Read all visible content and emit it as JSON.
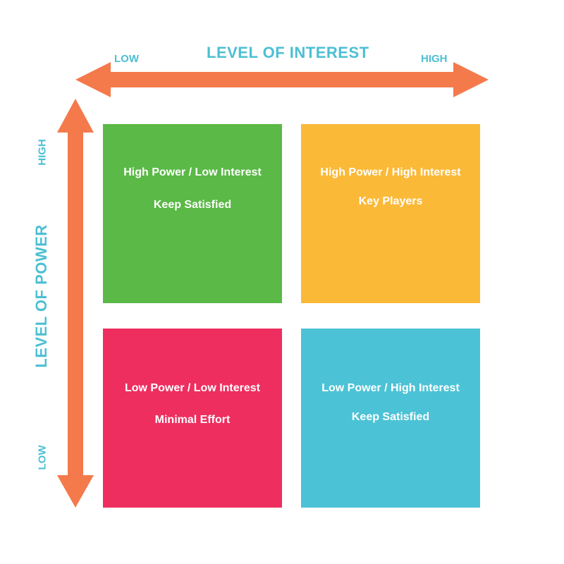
{
  "x_axis": {
    "title": "LEVEL OF INTEREST",
    "low_label": "LOW",
    "high_label": "HIGH"
  },
  "y_axis": {
    "title": "LEVEL OF POWER",
    "low_label": "LOW",
    "high_label": "HIGH"
  },
  "quadrants": [
    {
      "title": "High Power / Low Interest",
      "action": "Keep Satisfied",
      "color": "#5bb947"
    },
    {
      "title": "High Power / High Interest",
      "action": "Key Players",
      "color": "#fbb938"
    },
    {
      "title": "Low Power / Low Interest",
      "action": "Minimal Effort",
      "color": "#ee2e5f"
    },
    {
      "title": "Low Power / High Interest",
      "action": "Keep Satisfied",
      "color": "#4cc2d6"
    }
  ],
  "colors": {
    "arrow": "#f47a4b",
    "axis_text": "#4cbfd3"
  }
}
